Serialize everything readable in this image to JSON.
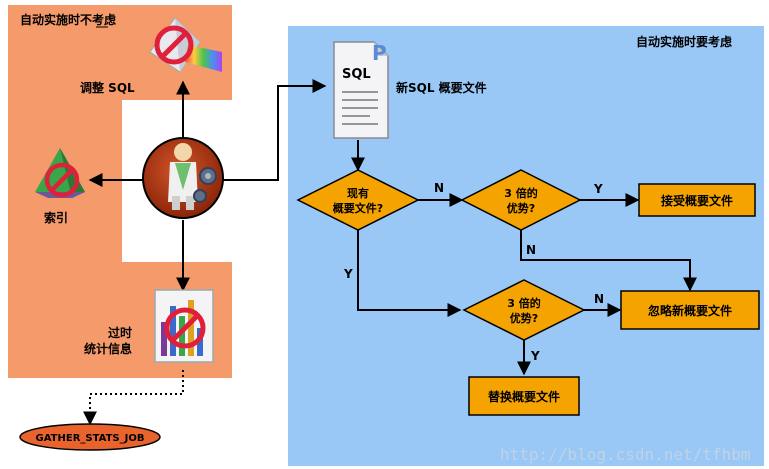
{
  "left_panel": {
    "title": "自动实施时不考虑",
    "tune_sql_label": "调整 SQL",
    "index_label": "索引",
    "stale_stats_label_line1": "过时",
    "stale_stats_label_line2": "统计信息"
  },
  "right_panel": {
    "title": "自动实施时要考虑",
    "new_profile_label": "新SQL 概要文件",
    "sql_doc_text": "SQL",
    "decision_existing_line1": "现有",
    "decision_existing_line2": "概要文件?",
    "decision_benefit_top_line1": "3 倍的",
    "decision_benefit_top_line2": "优势?",
    "decision_benefit_mid_line1": "3 倍的",
    "decision_benefit_mid_line2": "优势?",
    "box_accept": "接受概要文件",
    "box_ignore": "忽略新概要文件",
    "box_replace": "替换概要文件",
    "edge_n_1": "N",
    "edge_y_1": "Y",
    "edge_n_2": "N",
    "edge_y_2": "Y",
    "edge_n_3": "N",
    "edge_y_3": "Y"
  },
  "job": {
    "label": "GATHER_STATS_JOB"
  },
  "watermark": "http://blog.csdn.net/tfhbm",
  "colors": {
    "left_bg": "#f59a6a",
    "right_bg": "#99c8f7",
    "diamond": "#f5a300",
    "box": "#f5a300",
    "center_circle": "#b5340c",
    "job_oval": "#e8642c",
    "prohibit": "#e0203a"
  },
  "icons": [
    "prism-icon",
    "pyramid-icon",
    "bar-chart-icon",
    "sql-document-icon",
    "user-gear-icon",
    "prohibit-icon"
  ]
}
